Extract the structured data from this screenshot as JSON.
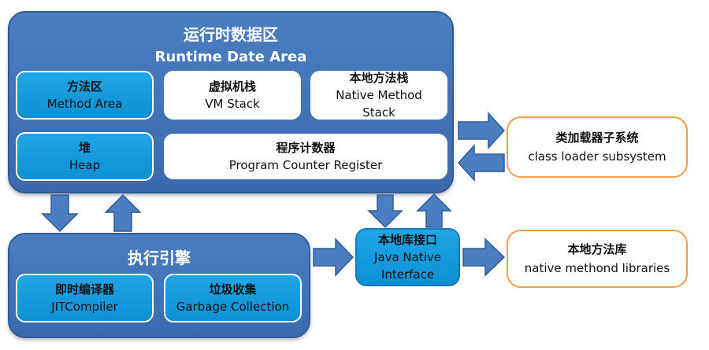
{
  "runtime_area": {
    "title_zh": "运行时数据区",
    "title_en": "Runtime Date Area"
  },
  "method_area": {
    "zh": "方法区",
    "en": "Method Area"
  },
  "vm_stack": {
    "zh": "虚拟机栈",
    "en": "VM Stack"
  },
  "native_method_stack": {
    "zh": "本地方法栈",
    "en_line1": "Native Method",
    "en_line2": "Stack"
  },
  "heap": {
    "zh": "堆",
    "en": "Heap"
  },
  "program_counter": {
    "zh": "程序计数器",
    "en": "Program Counter Register"
  },
  "execution_engine": {
    "title_zh": "执行引擎"
  },
  "jit_compiler": {
    "zh": "即时编译器",
    "en": "JITCompiler"
  },
  "garbage_collection": {
    "zh": "垃圾收集",
    "en": "Garbage Collection"
  },
  "jni": {
    "zh": "本地库接口",
    "en_line1": "Java Native",
    "en_line2": "Interface"
  },
  "class_loader": {
    "zh": "类加载器子系统",
    "en": "class loader subsystem"
  },
  "native_libraries": {
    "zh": "本地方法库",
    "en": "native methond libraries"
  },
  "colors": {
    "outer_blue": "#3f72b5",
    "cyan": "#1199dd",
    "orange_border": "#f0a04b"
  }
}
